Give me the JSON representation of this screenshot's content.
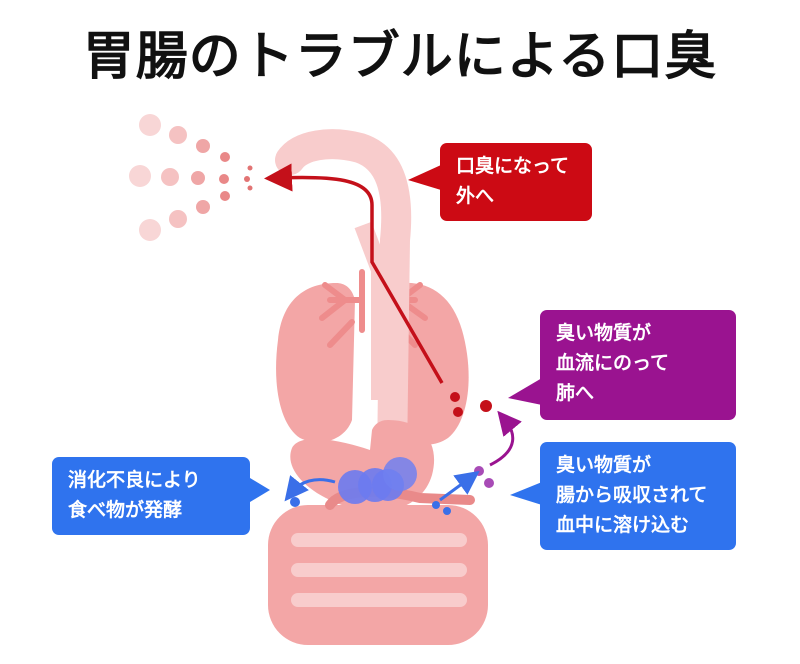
{
  "title": "胃腸のトラブルによる口臭",
  "colors": {
    "red_box": "#cc0a14",
    "purple_box": "#9a1390",
    "blue_box": "#2f73ee",
    "organ": "#f3a6a6",
    "organ_light": "#f8cccc",
    "organ_dark": "#e98a8a",
    "gas_blue": "#6b7bf0"
  },
  "callouts": {
    "exhale": {
      "lines": [
        "口臭になって",
        "外へ"
      ]
    },
    "lungs": {
      "lines": [
        "臭い物質が",
        "血流にのって",
        "肺へ"
      ]
    },
    "absorb": {
      "lines": [
        "臭い物質が",
        "腸から吸収されて",
        "血中に溶け込む"
      ]
    },
    "ferment": {
      "lines": [
        "消化不良により",
        "食べ物が発酵"
      ]
    }
  }
}
